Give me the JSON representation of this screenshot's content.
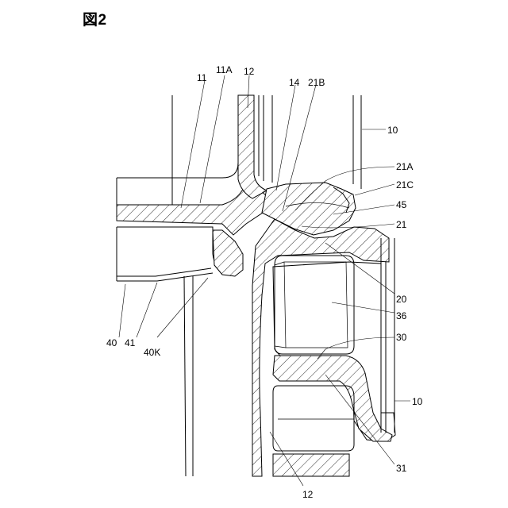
{
  "figure": {
    "title": "図2"
  },
  "labels": {
    "l11": "11",
    "l11A": "11A",
    "l12top": "12",
    "l14": "14",
    "l21B": "21B",
    "l10top": "10",
    "l21A": "21A",
    "l21C": "21C",
    "l45": "45",
    "l21": "21",
    "l20": "20",
    "l36": "36",
    "l30": "30",
    "l10bot": "10",
    "l31": "31",
    "l12bot": "12",
    "l40": "40",
    "l41": "41",
    "l40K": "40K"
  }
}
